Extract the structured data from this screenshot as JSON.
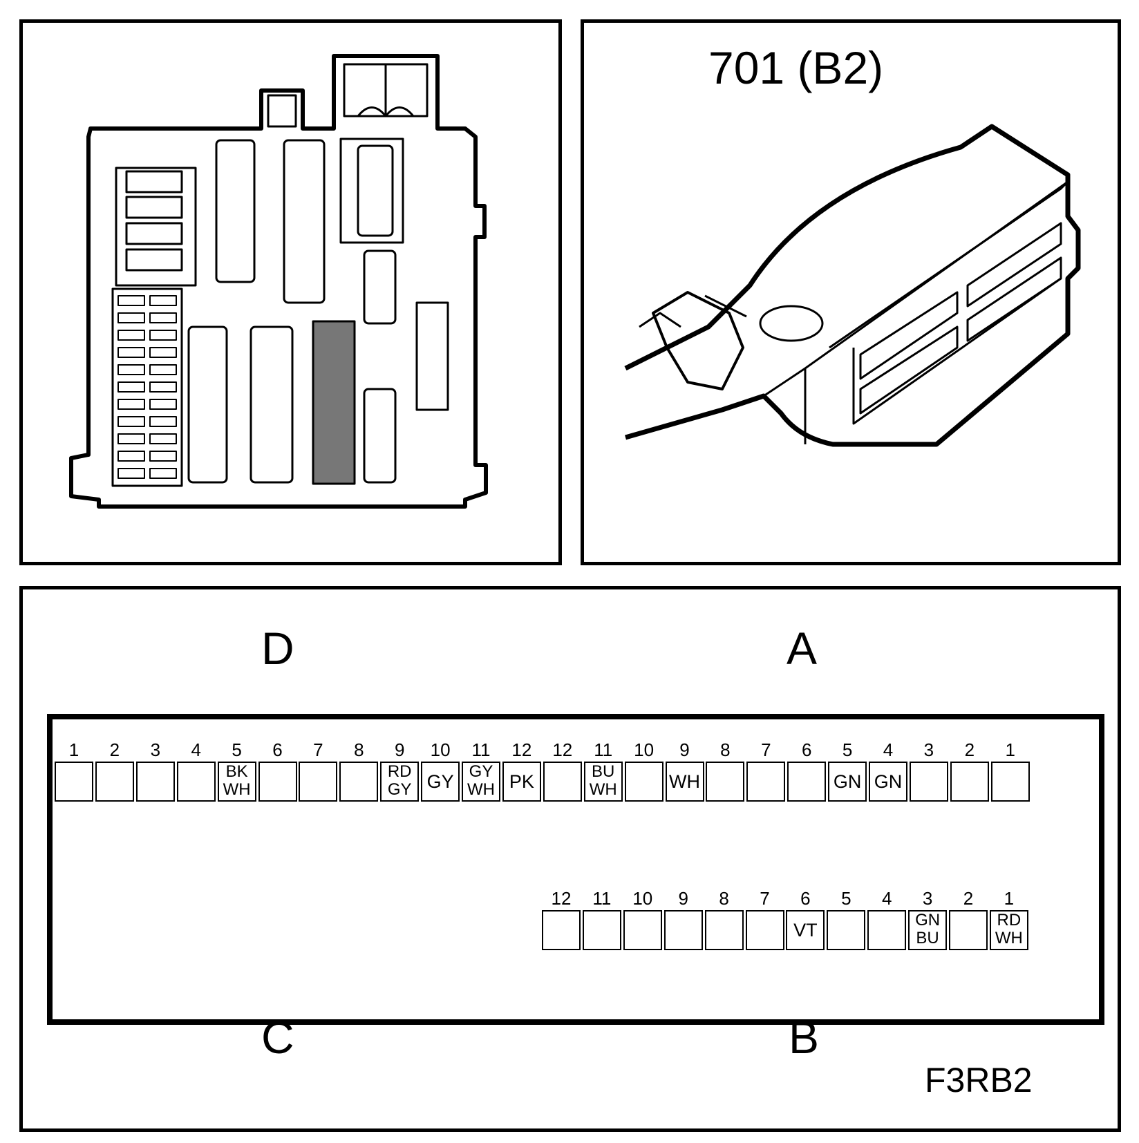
{
  "connector": {
    "title": "701 (B2)",
    "figure_code": "F3RB2"
  },
  "sides": {
    "top_left": "D",
    "top_right": "A",
    "bottom_left": "C",
    "bottom_right": "B"
  },
  "row_a": [
    {
      "num": "1",
      "wire": ""
    },
    {
      "num": "2",
      "wire": ""
    },
    {
      "num": "3",
      "wire": ""
    },
    {
      "num": "4",
      "wire": ""
    },
    {
      "num": "5",
      "wire": "BK WH"
    },
    {
      "num": "6",
      "wire": ""
    },
    {
      "num": "7",
      "wire": ""
    },
    {
      "num": "8",
      "wire": ""
    },
    {
      "num": "9",
      "wire": "RD GY"
    },
    {
      "num": "10",
      "wire": "GY"
    },
    {
      "num": "11",
      "wire": "GY WH"
    },
    {
      "num": "12",
      "wire": "PK"
    },
    {
      "num": "12",
      "wire": ""
    },
    {
      "num": "11",
      "wire": "BU WH"
    },
    {
      "num": "10",
      "wire": ""
    },
    {
      "num": "9",
      "wire": "WH"
    },
    {
      "num": "8",
      "wire": ""
    },
    {
      "num": "7",
      "wire": ""
    },
    {
      "num": "6",
      "wire": ""
    },
    {
      "num": "5",
      "wire": "GN"
    },
    {
      "num": "4",
      "wire": "GN"
    },
    {
      "num": "3",
      "wire": ""
    },
    {
      "num": "2",
      "wire": ""
    },
    {
      "num": "1",
      "wire": ""
    }
  ],
  "row_b": [
    {
      "num": "12",
      "wire": ""
    },
    {
      "num": "11",
      "wire": ""
    },
    {
      "num": "10",
      "wire": ""
    },
    {
      "num": "9",
      "wire": ""
    },
    {
      "num": "8",
      "wire": ""
    },
    {
      "num": "7",
      "wire": ""
    },
    {
      "num": "6",
      "wire": "VT"
    },
    {
      "num": "5",
      "wire": ""
    },
    {
      "num": "4",
      "wire": ""
    },
    {
      "num": "3",
      "wire": "GN BU"
    },
    {
      "num": "2",
      "wire": ""
    },
    {
      "num": "1",
      "wire": "RD WH"
    }
  ]
}
